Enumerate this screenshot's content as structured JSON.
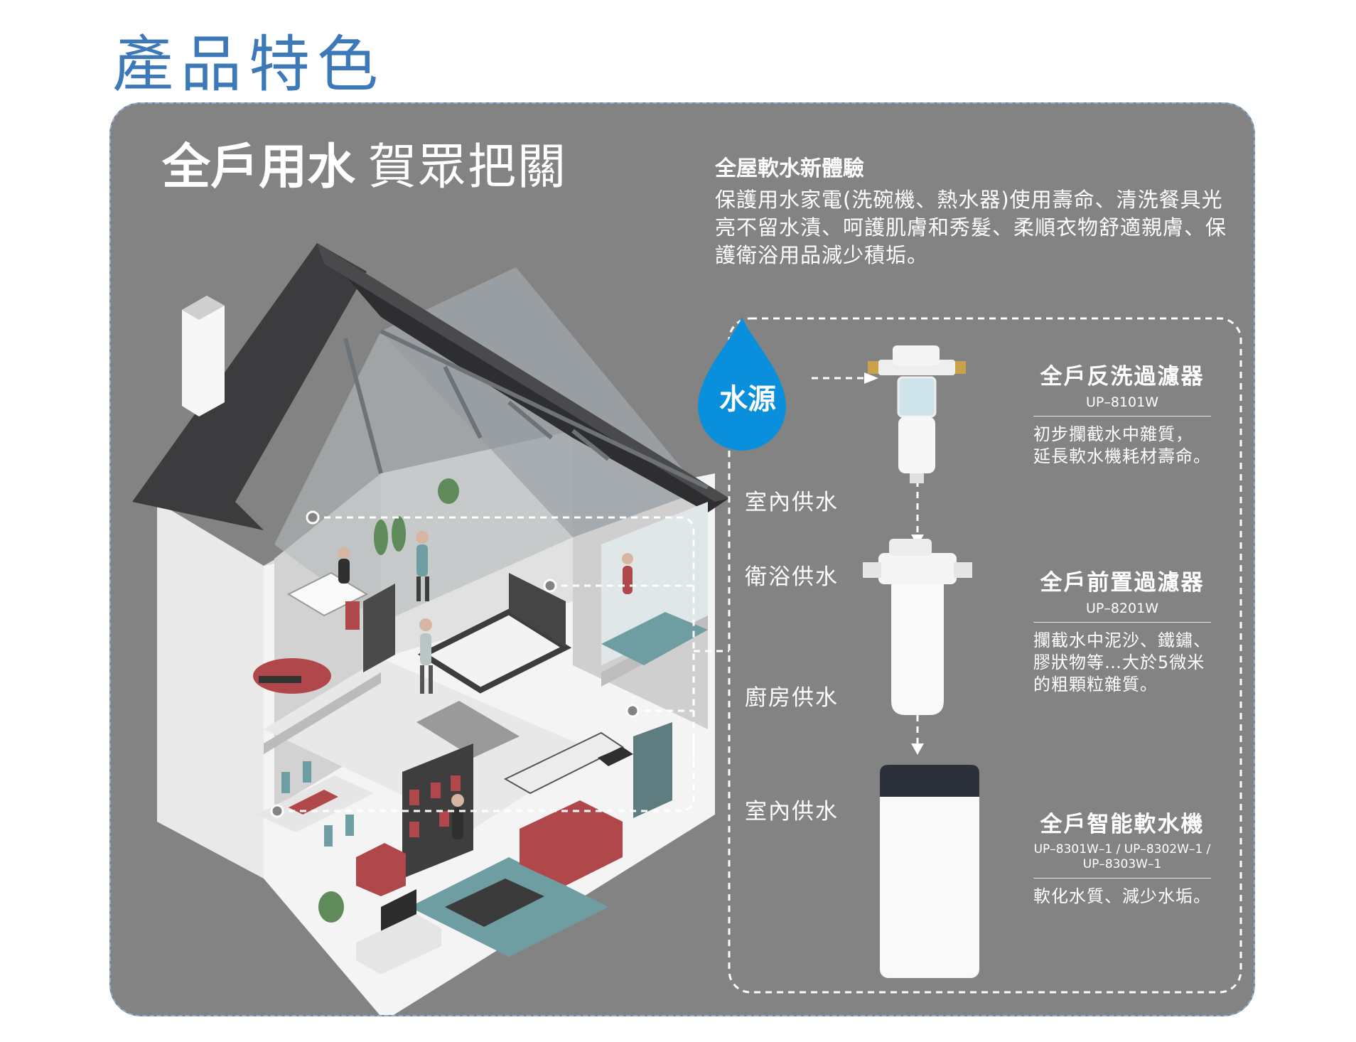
{
  "page_title": "產品特色",
  "headline": {
    "bold": "全戶用水",
    "light": "賀眾把關"
  },
  "intro": {
    "title": "全屋軟水新體驗",
    "text": "保護用水家電(洗碗機、熱水器)使用壽命、清洗餐具光亮不留水漬、呵護肌膚和秀髮、柔順衣物舒適親膚、保護衛浴用品減少積垢。"
  },
  "source_label": "水源",
  "supply_labels": {
    "indoor_top": "室內供水",
    "bathroom": "衛浴供水",
    "kitchen": "廚房供水",
    "indoor_bottom": "室內供水"
  },
  "products": [
    {
      "name": "全戶反洗過濾器",
      "model": "UP–8101W",
      "desc": "初步攔截水中雜質，\n延長軟水機耗材壽命。"
    },
    {
      "name": "全戶前置過濾器",
      "model": "UP–8201W",
      "desc": "攔截水中泥沙、鐵鏽、\n膠狀物等…大於5微米\n的粗顆粒雜質。"
    },
    {
      "name": "全戶智能軟水機",
      "model": "UP–8301W–1 / UP–8302W–1 /\nUP–8303W–1",
      "desc": "軟化水質、減少水垢。"
    }
  ],
  "colors": {
    "title_blue": "#3d78b9",
    "panel_gray": "#838383",
    "drop_blue": "#0a8fdc",
    "roof": "#3c3c3e",
    "accent_red": "#b0474a",
    "accent_teal": "#6f9ea2"
  }
}
